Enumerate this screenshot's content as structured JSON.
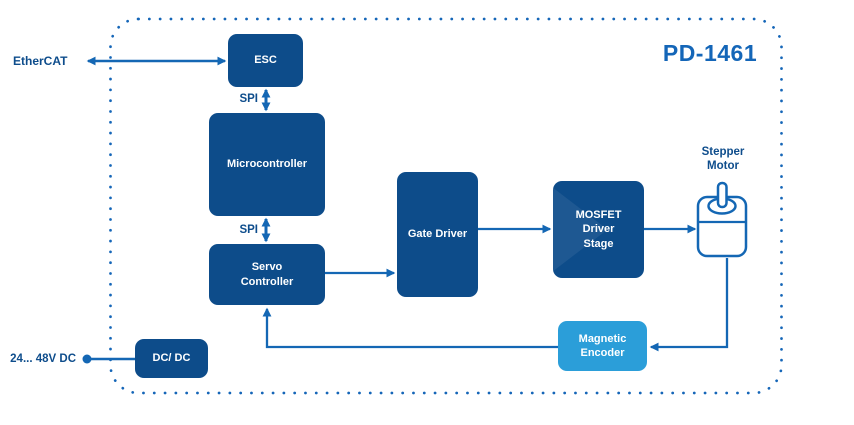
{
  "diagram": {
    "title": "PD-1461",
    "kind": "system-block-diagram"
  },
  "blocks": {
    "esc": {
      "label": "ESC"
    },
    "microcontroller": {
      "label": "Microcontroller"
    },
    "servo_controller": {
      "label": "Servo\nController"
    },
    "gate_driver": {
      "label": "Gate Driver"
    },
    "mosfet_driver_stage": {
      "label": "MOSFET\nDriver\nStage"
    },
    "magnetic_encoder": {
      "label": "Magnetic\nEncoder"
    },
    "dc_dc": {
      "label": "DC/ DC"
    }
  },
  "labels": {
    "ethercat": "EtherCAT",
    "spi_top": "SPI",
    "spi_bottom": "SPI",
    "stepper_motor": "Stepper\nMotor",
    "power_input": "24... 48V DC"
  },
  "icons": {
    "stepper_motor": "stepper-motor-icon"
  },
  "connections": [
    {
      "from": "EtherCAT",
      "to": "ESC",
      "direction": "bidirectional"
    },
    {
      "from": "ESC",
      "to": "Microcontroller",
      "direction": "bidirectional",
      "bus": "SPI"
    },
    {
      "from": "Microcontroller",
      "to": "Servo Controller",
      "direction": "bidirectional",
      "bus": "SPI"
    },
    {
      "from": "Servo Controller",
      "to": "Gate Driver",
      "direction": "forward"
    },
    {
      "from": "Gate Driver",
      "to": "MOSFET Driver Stage",
      "direction": "forward"
    },
    {
      "from": "MOSFET Driver Stage",
      "to": "Stepper Motor",
      "direction": "forward"
    },
    {
      "from": "Stepper Motor",
      "to": "Magnetic Encoder",
      "direction": "forward"
    },
    {
      "from": "Magnetic Encoder",
      "to": "Servo Controller",
      "direction": "forward"
    },
    {
      "from": "24... 48V DC",
      "to": "DC/ DC",
      "direction": "forward"
    }
  ],
  "colors": {
    "block_dark": "#0d4c8a",
    "block_light": "#2b9ed9",
    "line": "#1467b4",
    "border_dots": "#1566b8",
    "title": "#1466b8",
    "label": "#0e4d8c",
    "block_text": "#ffffff",
    "background": "#ffffff"
  }
}
